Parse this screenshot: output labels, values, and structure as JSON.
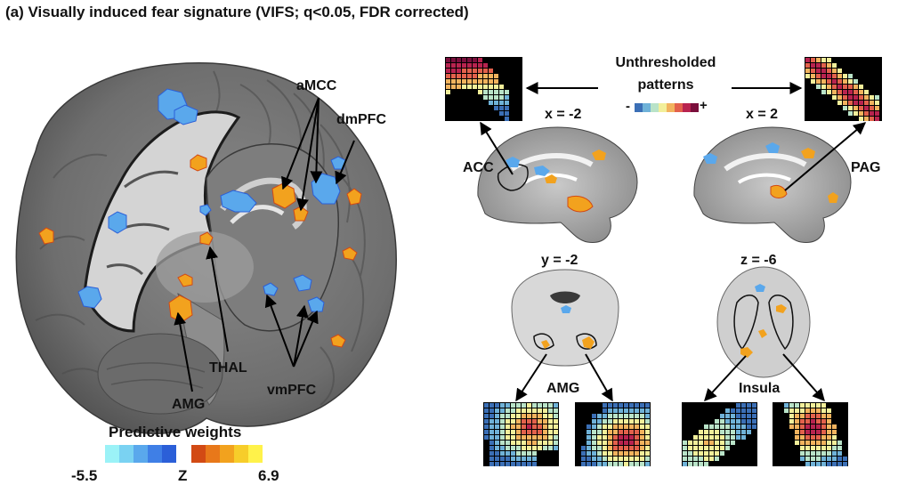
{
  "panel_title": "(a) Visually induced fear signature (VIFS; q<0.05, FDR corrected)",
  "regions": {
    "amcc": "aMCC",
    "dmpfc": "dmPFC",
    "thal": "THAL",
    "amg_main": "AMG",
    "vmpfc": "vmPFC",
    "acc": "ACC",
    "pag": "PAG",
    "amg_small": "AMG",
    "insula": "Insula"
  },
  "slices": {
    "sag_left": "x = -2",
    "sag_right": "x = 2",
    "coronal": "y = -2",
    "axial": "z = -6"
  },
  "unthresholded": {
    "line1": "Unthresholded",
    "line2": "patterns",
    "minus": "-",
    "plus": "+",
    "colors": [
      "#3b6fb6",
      "#6fb2d8",
      "#b9e3c8",
      "#f2ef9a",
      "#f2b35e",
      "#e3614c",
      "#b8234f",
      "#7a0e3b"
    ]
  },
  "predictive_weights": {
    "title": "Predictive weights",
    "min": "-5.5",
    "unit": "Z",
    "max": "6.9",
    "negative_colors": [
      "#9bf2f7",
      "#7ad2f2",
      "#5aa8ec",
      "#3f7fe6",
      "#2b5fd8"
    ],
    "positive_colors": [
      "#d24a14",
      "#e8781a",
      "#f2a21e",
      "#f7cd2a",
      "#fff24a"
    ]
  }
}
